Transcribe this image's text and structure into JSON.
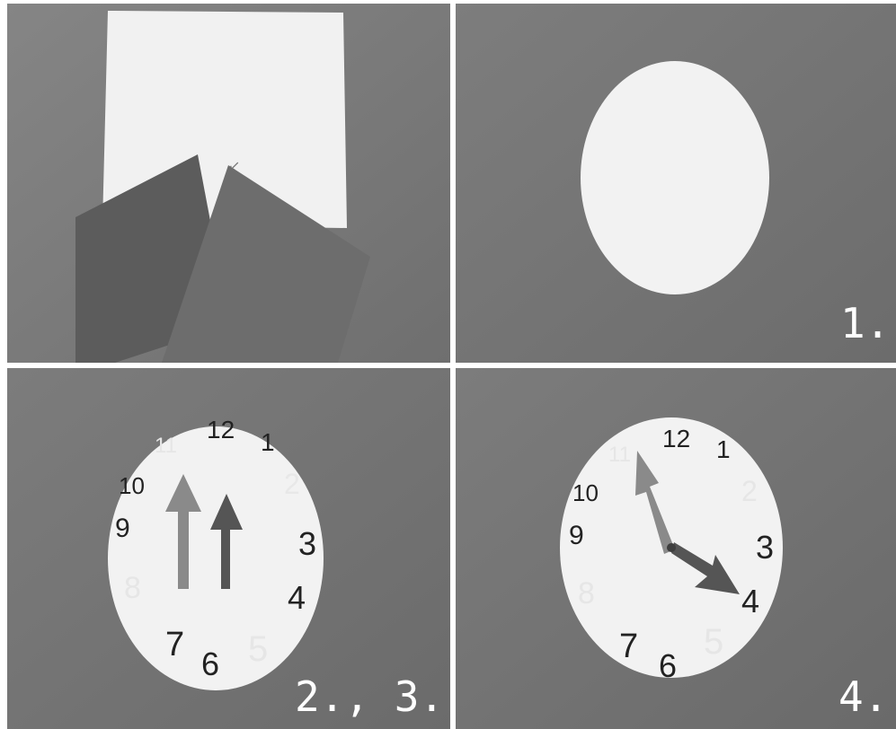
{
  "panels": [
    {
      "id": "materials",
      "label": ""
    },
    {
      "id": "step-1",
      "label": "1."
    },
    {
      "id": "step-2-3",
      "label": "2., 3."
    },
    {
      "id": "step-4",
      "label": "4."
    }
  ],
  "clock_numbers": [
    "12",
    "1",
    "2",
    "3",
    "4",
    "5",
    "6",
    "7",
    "8",
    "9",
    "10",
    "11"
  ],
  "clock_step4_time": {
    "hour": 4,
    "minute": 55
  },
  "colors": {
    "backdrop": "#7b7b7b",
    "paper": "#f2f2f2",
    "card_dark": "#5a5a5a",
    "card_mid": "#6e6e6e",
    "hand_light": "#8a8a8a",
    "hand_dark": "#555555"
  }
}
